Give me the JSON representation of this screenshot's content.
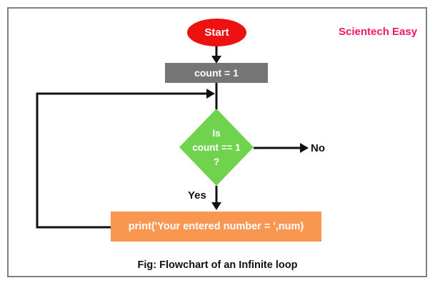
{
  "brand": {
    "label": "Scientech Easy",
    "color": "#F4146C"
  },
  "caption": "Fig: Flowchart of an Infinite loop",
  "flowchart": {
    "start": {
      "label": "Start",
      "shape": "ellipse",
      "fill": "#EE1111"
    },
    "count_assignment": {
      "label": "count = 1",
      "shape": "rectangle",
      "fill": "#757575"
    },
    "condition": {
      "label": "Is\ncount == 1\n?",
      "shape": "diamond",
      "fill": "#70D34E"
    },
    "print_statement": {
      "label": "print('Your entered number = ',num)",
      "shape": "rectangle",
      "fill": "#F99650"
    },
    "edges": {
      "yes_label": "Yes",
      "no_label": "No"
    }
  },
  "colors": {
    "connector": "#111111",
    "frame_border": "#818181",
    "background": "#FFFFFF",
    "node_text": "#FFFFFF",
    "label_text": "#111111"
  }
}
